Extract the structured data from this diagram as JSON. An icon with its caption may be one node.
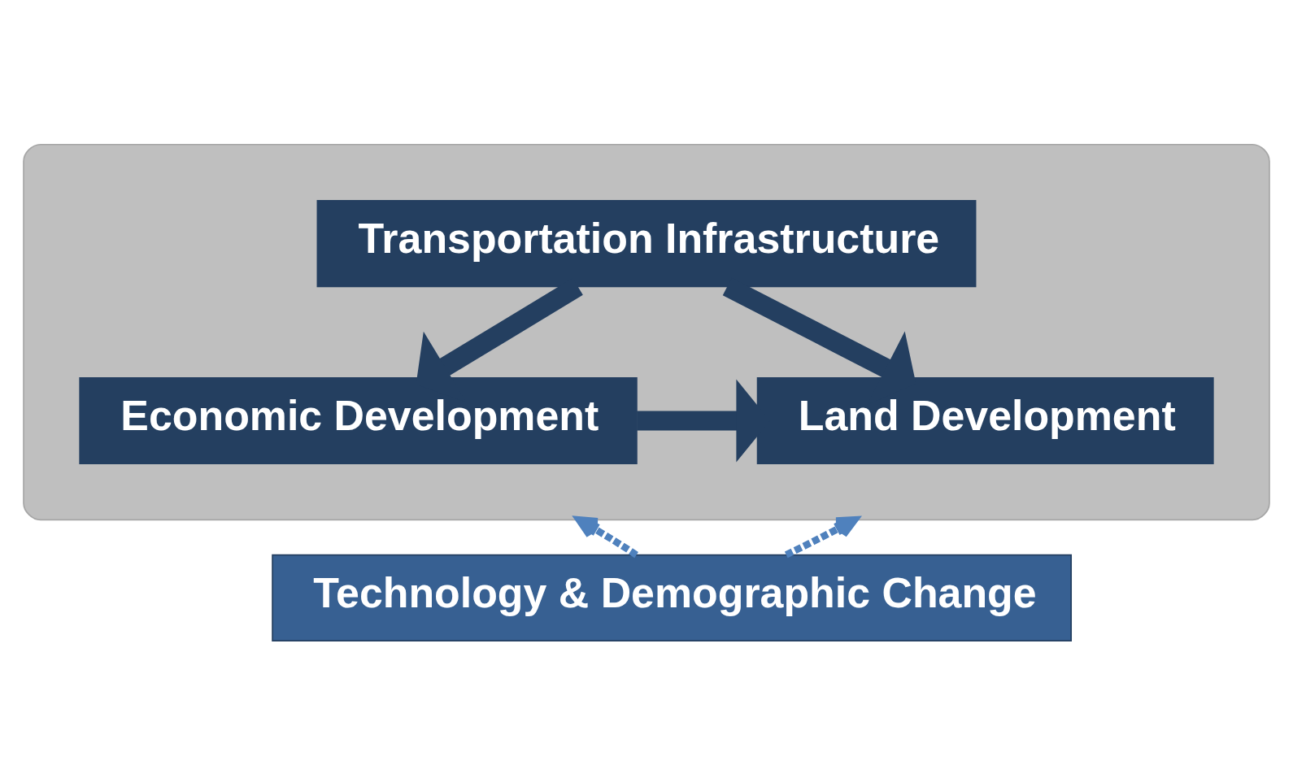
{
  "diagram": {
    "nodes": [
      {
        "text": [],
        "shape": "ellipse"
      },
      {
        "text": [
          "Transportation Infrastructure"
        ],
        "in": 0
      },
      {
        "text": [
          "Economic Development"
        ],
        "in": 0
      },
      {
        "text": [
          "Land Development"
        ],
        "in": 0
      },
      {
        "text": [
          "Technology & Demographic Change"
        ]
      }
    ],
    "edges": [
      {
        "from": 1,
        "to": 2,
        "arrow": "to"
      },
      {
        "from": 1,
        "to": 3,
        "arrow": "to"
      },
      {
        "from": 2,
        "to": 3,
        "arrow": "to"
      },
      {
        "from": 4,
        "to": 0,
        "arrow": "to",
        "style": "dashed",
        "color": "#4f81bd"
      },
      {
        "from": 4,
        "to": 0,
        "arrow": "to",
        "style": "dashed",
        "color": "#4f81bd"
      }
    ]
  }
}
